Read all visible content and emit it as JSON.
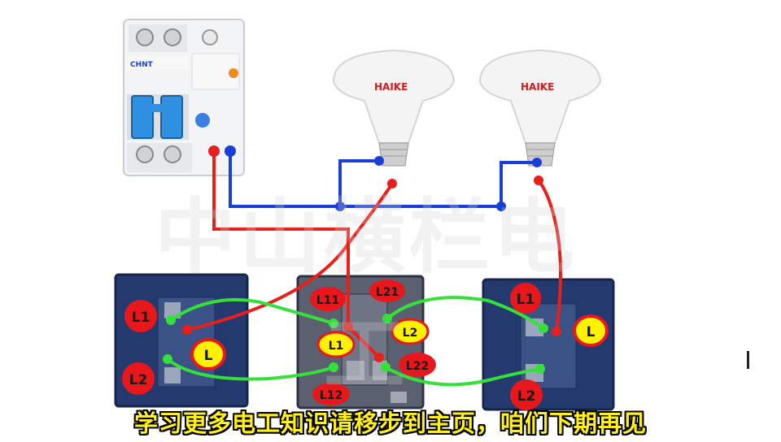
{
  "breaker": {
    "brand": "CHNT"
  },
  "bulbs": [
    {
      "brand": "HAIKE"
    },
    {
      "brand": "HAIKE"
    }
  ],
  "watermark": "中山横栏电工",
  "terminals": {
    "left_l1": "L1",
    "left_l2": "L2",
    "left_l": "L",
    "mid_l11": "L11",
    "mid_l21": "L21",
    "mid_l1": "L1",
    "mid_l2": "L2",
    "mid_l22": "L22",
    "mid_l12": "L12",
    "right_l1": "L1",
    "right_l": "L",
    "right_l2": "L2"
  },
  "caption": "学习更多电工知识请移步到主页，咱们下期再见",
  "colors": {
    "live_wire": "#e8201c",
    "neutral_wire": "#1a3fd6",
    "traveler_wire": "#35e03a",
    "label_red": "#e8171b",
    "label_yellow": "#fff200",
    "panel": "#243a6e"
  }
}
